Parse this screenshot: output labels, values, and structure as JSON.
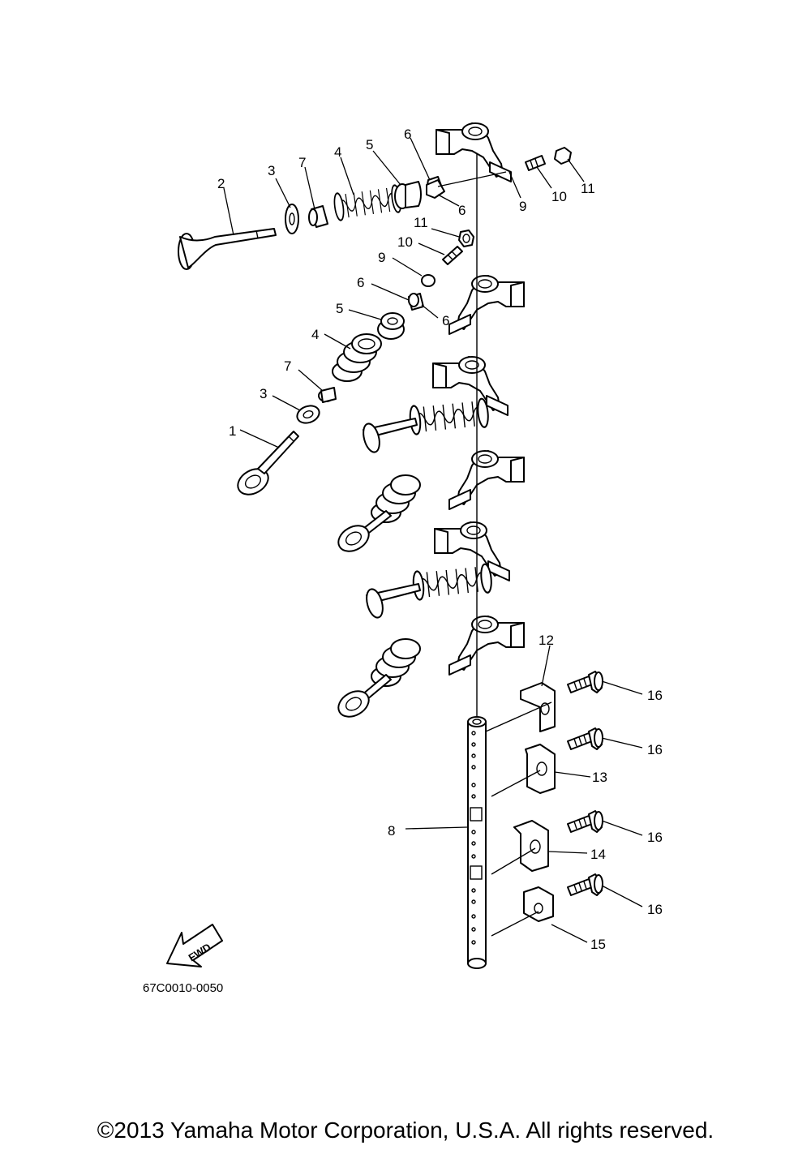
{
  "diagram": {
    "callouts": {
      "c1": "1",
      "c2": "2",
      "c3a": "3",
      "c3b": "3",
      "c4a": "4",
      "c4b": "4",
      "c5a": "5",
      "c5b": "5",
      "c6a": "6",
      "c6b": "6",
      "c6c": "6",
      "c6d": "6",
      "c7a": "7",
      "c7b": "7",
      "c8": "8",
      "c9a": "9",
      "c9b": "9",
      "c10a": "10",
      "c10b": "10",
      "c11a": "11",
      "c11b": "11",
      "c12": "12",
      "c13": "13",
      "c14": "14",
      "c15": "15",
      "c16a": "16",
      "c16b": "16",
      "c16c": "16",
      "c16d": "16"
    },
    "fwd_label": "FWD",
    "drawing_code": "67C0010-0050"
  },
  "footer": {
    "copyright": "©2013 Yamaha Motor Corporation, U.S.A. All rights reserved."
  }
}
